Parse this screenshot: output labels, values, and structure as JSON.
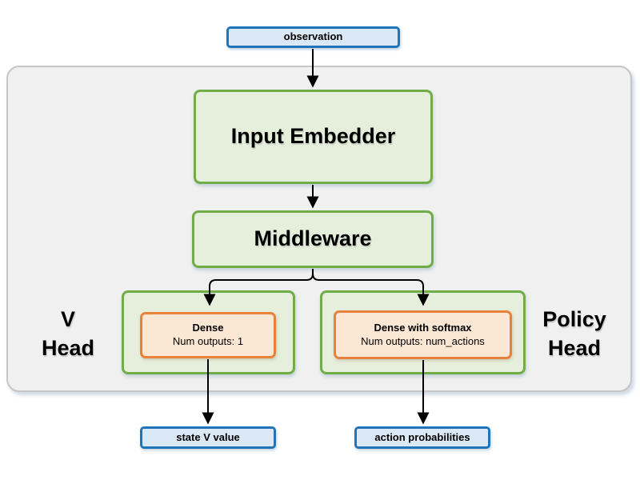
{
  "colors": {
    "panel-fill": "#f0f0f0",
    "panel-border": "#c6c6c6",
    "blue-fill": "#dbe9f7",
    "blue-border": "#2274b8",
    "green-fill": "#e5efdc",
    "green-border": "#70ad47",
    "orange-fill": "#fbe7d4",
    "orange-border": "#e8823a",
    "arrow": "#000000",
    "text": "#000000"
  },
  "nodes": {
    "observation": "observation",
    "input_embedder": "Input Embedder",
    "middleware": "Middleware",
    "v_head_label": {
      "line1": "V",
      "line2": "Head"
    },
    "policy_head_label": {
      "line1": "Policy",
      "line2": "Head"
    },
    "v_dense": {
      "title": "Dense",
      "subtitle": "Num outputs: 1"
    },
    "policy_dense": {
      "title": "Dense with softmax",
      "subtitle": "Num outputs: num_actions"
    },
    "state_v_value": "state V value",
    "action_probabilities": "action probabilities"
  }
}
